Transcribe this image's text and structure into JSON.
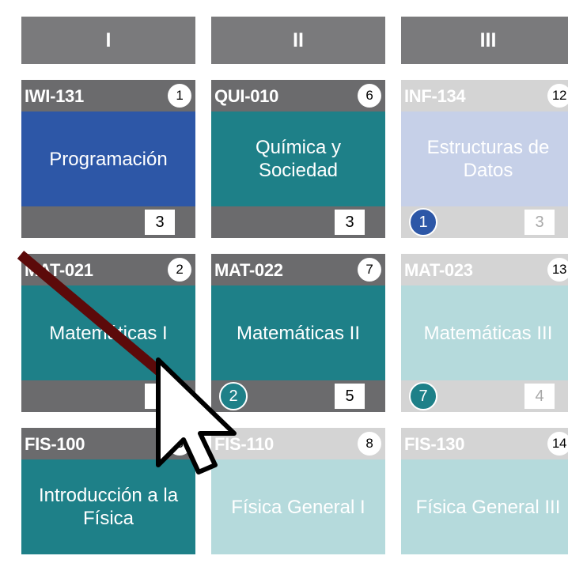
{
  "semesters": [
    "I",
    "II",
    "III"
  ],
  "courses": {
    "iwi131": {
      "code": "IWI-131",
      "num": "1",
      "name": "Programación",
      "credits": "3"
    },
    "qui010": {
      "code": "QUI-010",
      "num": "6",
      "name": "Química y Sociedad",
      "credits": "3"
    },
    "inf134": {
      "code": "INF-134",
      "num": "12",
      "name": "Estructuras de Datos",
      "credits": "3",
      "prereqs": [
        "1"
      ]
    },
    "mat021": {
      "code": "MAT-021",
      "num": "2",
      "name": "Matemáticas I",
      "credits": "5"
    },
    "mat022": {
      "code": "MAT-022",
      "num": "7",
      "name": "Matemáticas II",
      "credits": "5",
      "prereqs": [
        "2"
      ]
    },
    "mat023": {
      "code": "MAT-023",
      "num": "13",
      "name": "Matemáticas III",
      "credits": "4",
      "prereqs": [
        "7"
      ]
    },
    "fis100": {
      "code": "FIS-100",
      "num": "3",
      "name": "Introducción a la Física"
    },
    "fis110": {
      "code": "FIS-110",
      "num": "8",
      "name": "Física General I"
    },
    "fis130": {
      "code": "FIS-130",
      "num": "14",
      "name": "Física General III"
    }
  },
  "colors": {
    "header": "#7a7a7c",
    "course_bar": "#6b6b6d",
    "course_bar_dim": "#d4d4d4",
    "blue": "#2d57a7",
    "teal": "#1e8088",
    "light_blue": "#c6d0e8",
    "light_teal": "#b5dadc",
    "drag_line": "#5c0a0a"
  },
  "icons": {
    "cursor": "arrow-cursor-icon"
  }
}
